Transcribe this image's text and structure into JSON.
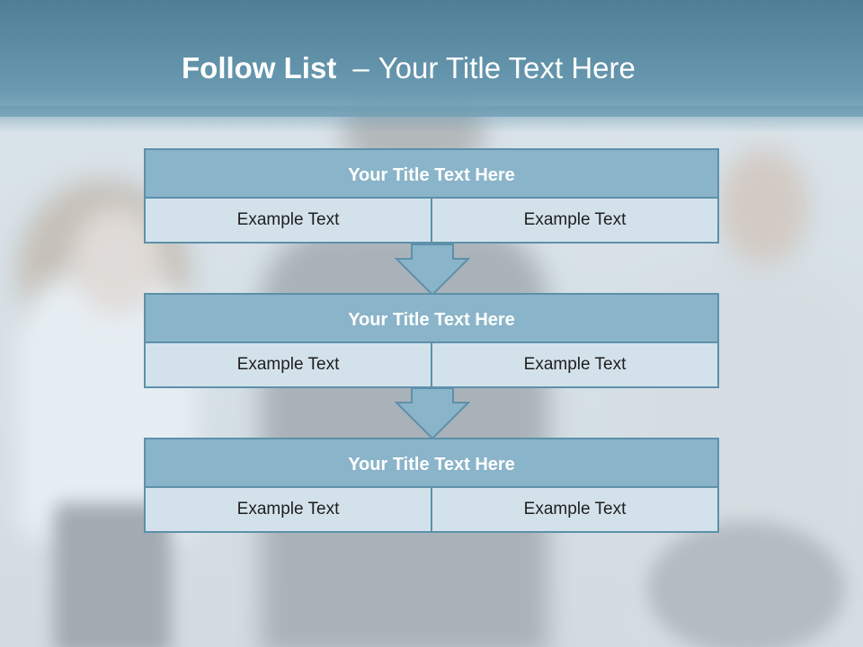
{
  "slide": {
    "title_bold": "Follow List",
    "title_separator": "–",
    "title_rest": "Your Title Text Here",
    "colors": {
      "header": "#5f8ea6",
      "box_title_fill": "#8ab4c9",
      "box_cell_fill": "#d3e2ea",
      "box_border": "#5d90aa",
      "arrow_fill": "#8ab4c9"
    }
  },
  "blocks": [
    {
      "title": "Your Title Text Here",
      "left": "Example Text",
      "right": "Example Text"
    },
    {
      "title": "Your Title Text Here",
      "left": "Example Text",
      "right": "Example Text"
    },
    {
      "title": "Your Title Text Here",
      "left": "Example Text",
      "right": "Example Text"
    }
  ],
  "arrows": [
    "down-arrow-icon",
    "down-arrow-icon"
  ]
}
